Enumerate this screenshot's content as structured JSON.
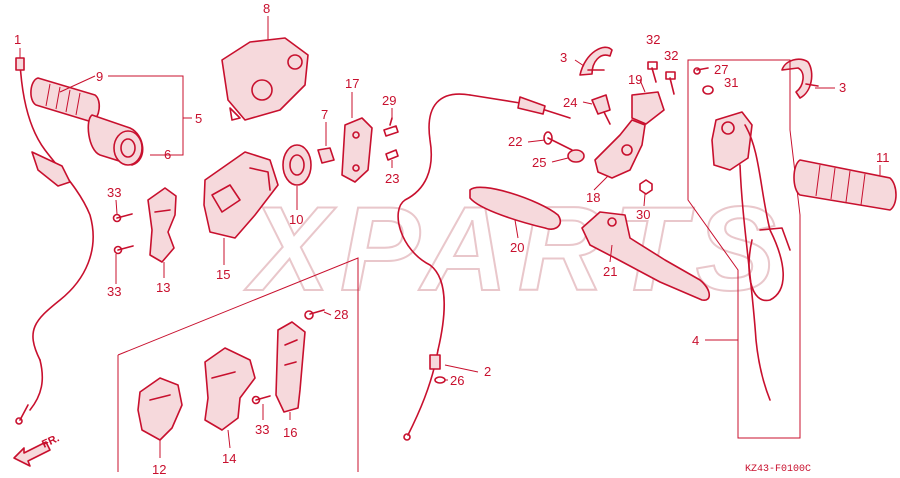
{
  "watermark": "XPARTS",
  "diagram_code": "KZ43-F0100C",
  "front_marker": "FR.",
  "callouts": {
    "c1": "1",
    "c2": "2",
    "c3a": "3",
    "c3b": "3",
    "c4": "4",
    "c5": "5",
    "c6": "6",
    "c7": "7",
    "c8": "8",
    "c9": "9",
    "c10": "10",
    "c11": "11",
    "c12": "12",
    "c13": "13",
    "c14": "14",
    "c15": "15",
    "c16": "16",
    "c17": "17",
    "c18": "18",
    "c19": "19",
    "c20": "20",
    "c21": "21",
    "c22": "22",
    "c23": "23",
    "c24": "24",
    "c25": "25",
    "c26": "26",
    "c27": "27",
    "c28": "28",
    "c29": "29",
    "c30": "30",
    "c31": "31",
    "c32a": "32",
    "c32b": "32",
    "c33a": "33",
    "c33b": "33",
    "c33c": "33"
  },
  "colors": {
    "line": "#c8102e",
    "fill": "#f6d9dc",
    "watermark": "#e9c7cb"
  }
}
